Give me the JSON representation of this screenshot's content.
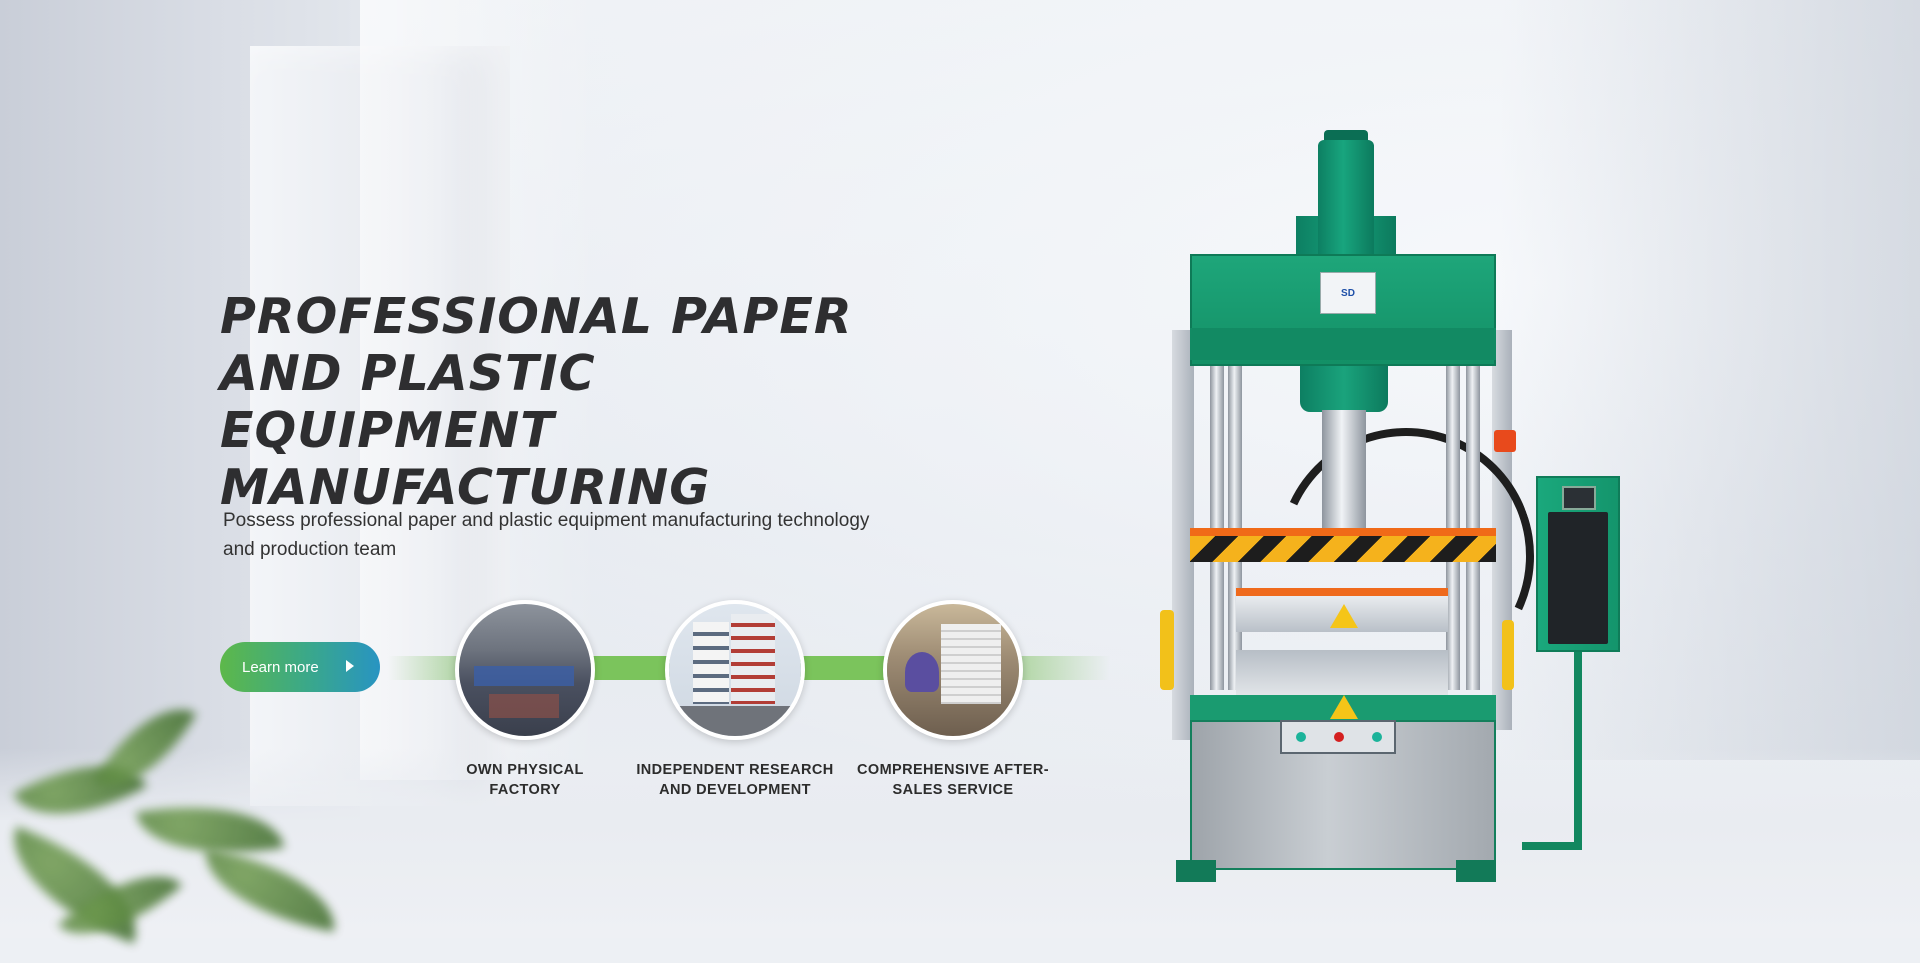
{
  "hero": {
    "title_lines": [
      "PROFESSIONAL PAPER",
      "AND PLASTIC EQUIPMENT",
      "MANUFACTURING"
    ],
    "description_lines": [
      "Possess professional paper and plastic equipment manufacturing technology",
      "and production team"
    ],
    "cta_label": "Learn more"
  },
  "features": [
    {
      "label_lines": [
        "OWN PHYSICAL",
        "FACTORY"
      ],
      "image": "factory-floor-photo"
    },
    {
      "label_lines": [
        "INDEPENDENT RESEARCH",
        "AND DEVELOPMENT"
      ],
      "image": "office-building-photo"
    },
    {
      "label_lines": [
        "COMPREHENSIVE AFTER-",
        "SALES SERVICE"
      ],
      "image": "service-staff-photo"
    }
  ],
  "machine": {
    "logo_text": "SD",
    "image": "hydraulic-press-machine"
  },
  "colors": {
    "text_dark": "#2e2e30",
    "cta_gradient_start": "#5db84a",
    "cta_gradient_end": "#2894c2",
    "feature_bar": "#7bc45c",
    "machine_green": "#1ea67a",
    "hazard_orange": "#f5b21c"
  },
  "icons": {
    "cta_arrow": "play-arrow-icon"
  }
}
